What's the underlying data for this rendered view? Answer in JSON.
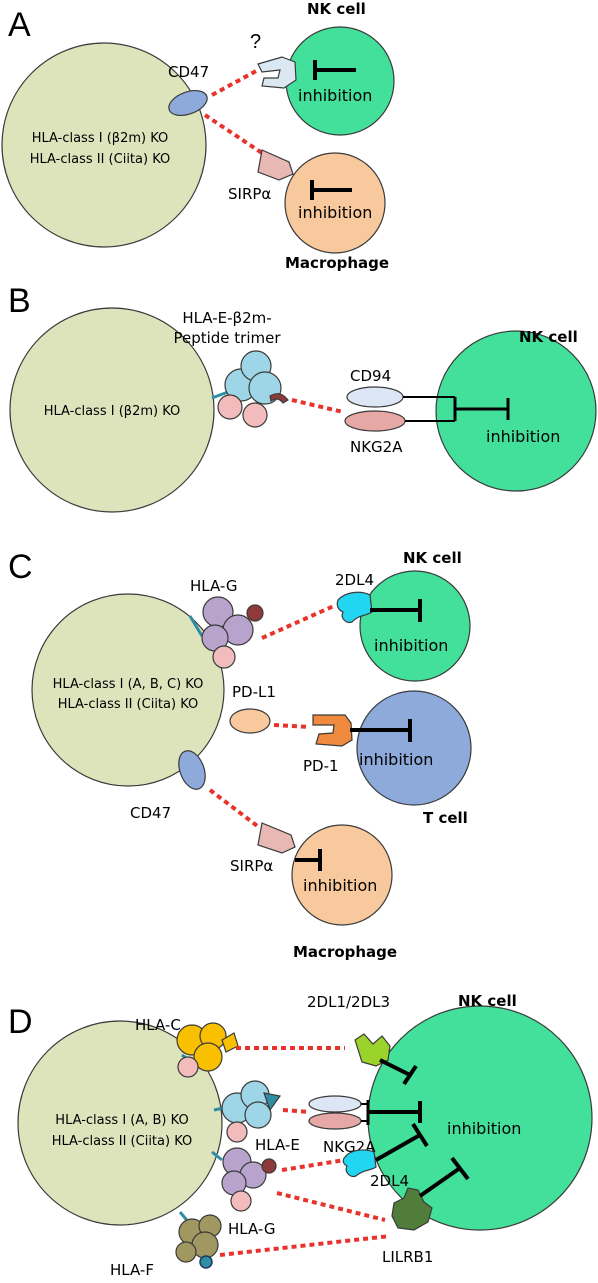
{
  "panels": {
    "a": {
      "letter": "A",
      "cell_line1": "HLA-class I (β2m) KO",
      "cell_line2": "HLA-class II (Ciita) KO",
      "cd47": "CD47",
      "question": "?",
      "nk_title": "NK cell",
      "sirpa": "SIRPα",
      "inhibition_nk": "inhibition",
      "inhibition_mac": "inhibition",
      "mac_title": "Macrophage"
    },
    "b": {
      "letter": "B",
      "trimer_line1": "HLA-E-β2m-",
      "trimer_line2": "Peptide trimer",
      "cell_line1": "HLA-class I (β2m) KO",
      "cd94": "CD94",
      "nkg2a": "NKG2A",
      "nk_title": "NK cell",
      "inhibition": "inhibition"
    },
    "c": {
      "letter": "C",
      "hlag": "HLA-G",
      "kir2dl4": "2DL4",
      "nk_title": "NK cell",
      "cell_line1": "HLA-class I (A, B, C) KO",
      "cell_line2": "HLA-class II (Ciita) KO",
      "pdl1": "PD-L1",
      "pd1": "PD-1",
      "cd47": "CD47",
      "t_title": "T cell",
      "sirpa": "SIRPα",
      "inhibition_nk": "inhibition",
      "inhibition_t": "inhibition",
      "inhibition_mac": "inhibition",
      "mac_title": "Macrophage"
    },
    "d": {
      "letter": "D",
      "hlac": "HLA-C",
      "kir2dl13": "2DL1/2DL3",
      "nk_title": "NK cell",
      "cell_line1": "HLA-class I (A, B) KO",
      "cell_line2": "HLA-class II (Ciita) KO",
      "hlae": "HLA-E",
      "nkg2a": "NKG2A",
      "inhibition": "inhibition",
      "kir2dl4": "2DL4",
      "hlag": "HLA-G",
      "hlaf": "HLA-F",
      "lilrb1": "LILRB1"
    }
  },
  "colors": {
    "target_cell": "#dde4bc",
    "nk_cell": "#43e09b",
    "macrophage": "#f8c99c",
    "t_cell": "#8eaadb",
    "cd47": "#8eaadb",
    "hla_e": "#9ed6e8",
    "hla_g": "#b7a3cc",
    "hla_c": "#f9c000",
    "hla_f": "#a09761",
    "b2m": "#f2bcbd",
    "peptide": "#8e3a3a",
    "pdl1": "#f8c99c",
    "pd1": "#f08a3e",
    "sirpa": "#e8b8b5",
    "kir2dl4": "#22d6f2",
    "kir2dl13": "#9bd22b",
    "lilrb1": "#507d39",
    "cd94": "#dde6f5",
    "nkg2a": "#e5a8a4",
    "unknown_receptor": "#dbe8f2",
    "dashed_link": "#e8322b"
  }
}
